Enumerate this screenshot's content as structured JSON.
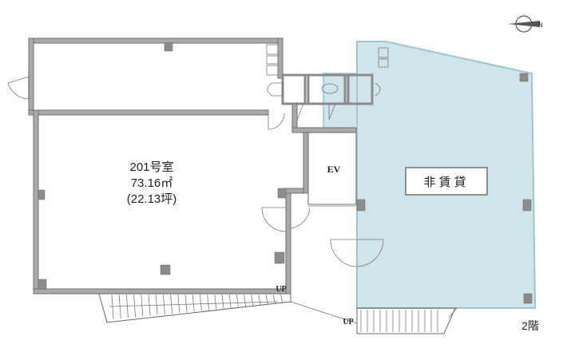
{
  "room": {
    "number": "201号室",
    "area": "73.16㎡",
    "tsubo": "(22.13坪)"
  },
  "labels": {
    "elevator": "EV",
    "non_leasable": "非賃貸",
    "stairs_up_top": "UP",
    "stairs_up_bottom": "UP",
    "floor": "2階"
  },
  "colors": {
    "non_leasable_fill": "#cfe5ea",
    "wall": "#a9a9a9"
  },
  "icons": {
    "compass": "north-arrow-icon"
  }
}
